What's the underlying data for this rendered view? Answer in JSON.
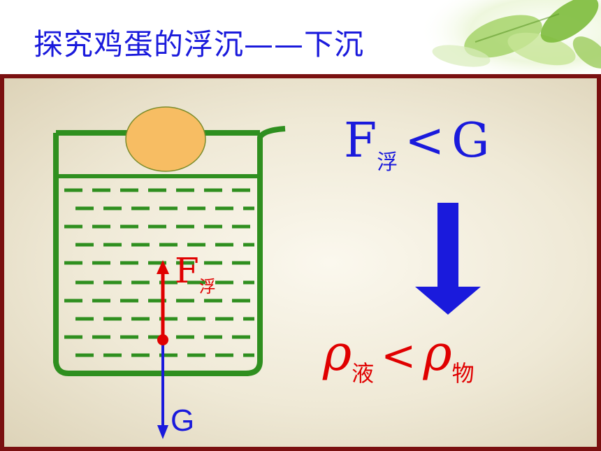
{
  "slide": {
    "title": "探究鸡蛋的浮沉——下沉"
  },
  "diagram": {
    "force_buoyancy_symbol": "F",
    "force_buoyancy_sub": "浮",
    "force_gravity_symbol": "G",
    "formula_force": {
      "lhs": "F",
      "lhs_sub": "浮",
      "op": "<",
      "rhs": "G"
    },
    "formula_density": {
      "lhs": "ρ",
      "lhs_sub": "液",
      "op": "<",
      "rhs": "ρ",
      "rhs_sub": "物"
    },
    "colors": {
      "title": "#1a1adc",
      "board_border": "#7a1010",
      "beaker": "#2f8f1f",
      "egg_fill": "#f7bd63",
      "buoyancy": "#e00000",
      "gravity": "#1a1adc",
      "down_arrow": "#1a1adc"
    },
    "icons": [
      "leaves-decoration",
      "beaker-icon",
      "egg-icon",
      "down-arrow-icon"
    ]
  }
}
